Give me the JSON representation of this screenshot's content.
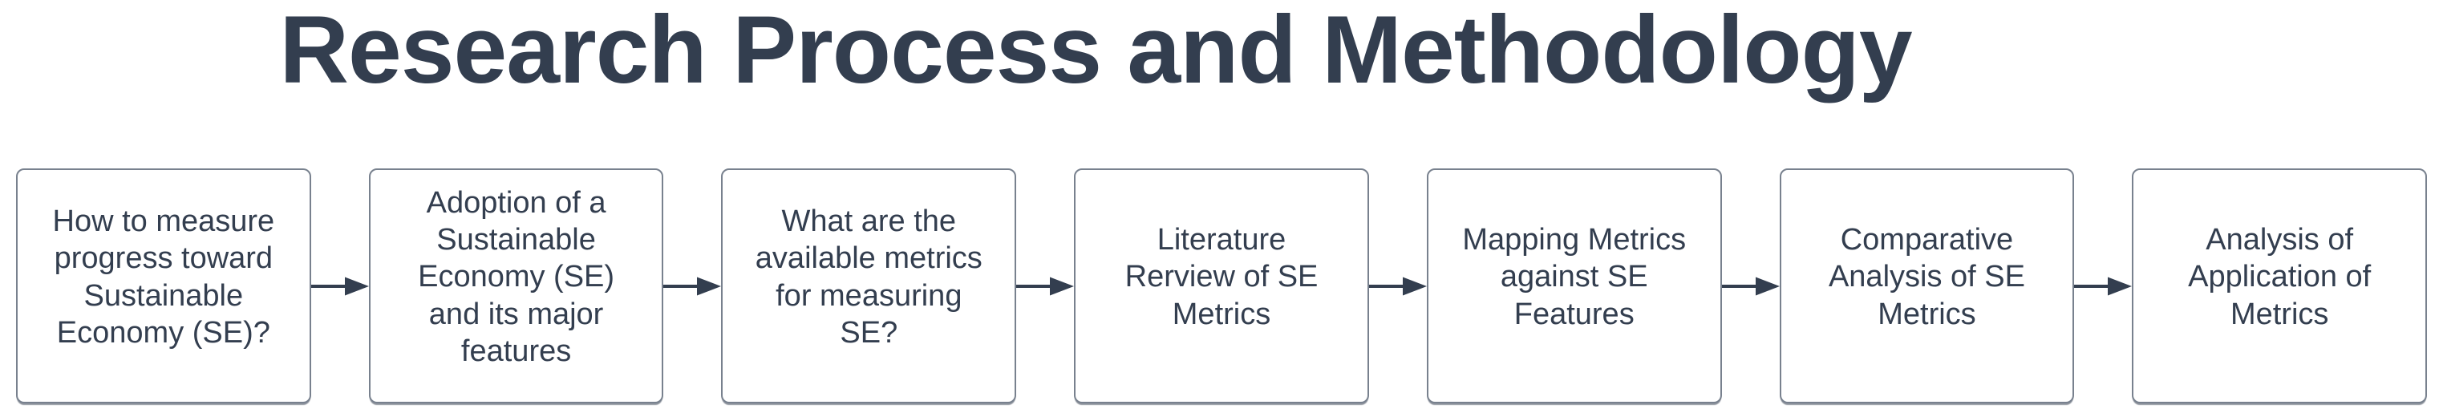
{
  "title": "Research Process and Methodology",
  "colors": {
    "text": "#333E4F",
    "box_border": "#78818E",
    "arrow": "#333E4F",
    "background": "#FFFFFF"
  },
  "flowchart": {
    "steps": [
      {
        "label": "How to measure\nprogress toward\nSustainable\nEconomy (SE)?"
      },
      {
        "label": "Adoption of a\nSustainable\nEconomy (SE)\nand its major\nfeatures"
      },
      {
        "label": "What are the\navailable metrics\nfor measuring\nSE?"
      },
      {
        "label": "Literature\nRerview of SE\nMetrics"
      },
      {
        "label": "Mapping Metrics\nagainst SE\nFeatures"
      },
      {
        "label": "Comparative\nAnalysis of SE\nMetrics"
      },
      {
        "label": "Analysis of\nApplication of\nMetrics"
      }
    ],
    "connector": "arrow-right"
  }
}
